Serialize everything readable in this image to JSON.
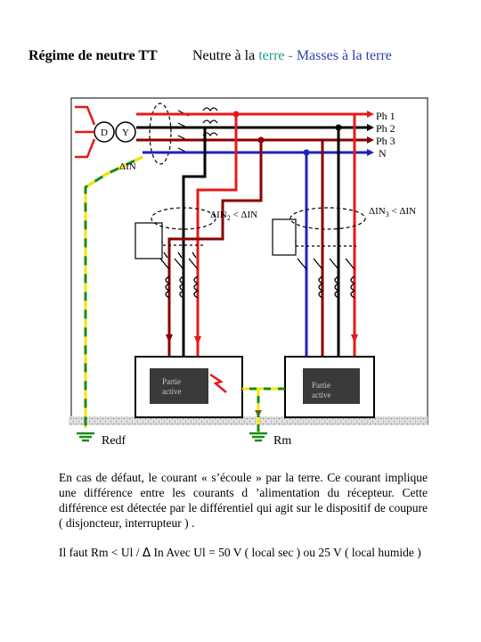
{
  "header": {
    "left_title": "Régime de neutre TT",
    "right_title_part1": "Neutre à la ",
    "right_title_part2": "terre",
    "right_title_part3": " - ",
    "right_title_part4": "Masses à la terre"
  },
  "diagram": {
    "source_d": "D",
    "source_y": "Y",
    "line_labels": [
      "Ph 1",
      "Ph 2",
      "Ph 3",
      "N"
    ],
    "main_residual": "ΔIN",
    "residual_left_a": "ΔIN",
    "residual_left_sub": "2",
    "residual_left_b": " < ΔIN",
    "residual_right_a": "ΔIN",
    "residual_right_sub": "3",
    "residual_right_b": " < ΔIN",
    "load_left_line1": "Partie",
    "load_left_line2": "active",
    "load_right_line1": "Partie",
    "load_right_line2": "active",
    "earth_left": "Redf",
    "earth_right": "Rm"
  },
  "colors": {
    "phase1": "#e81818",
    "phase2": "#000000",
    "phase3": "#8b0000",
    "neutral": "#2020c0",
    "protective_earth_green": "#1a8a1a",
    "protective_earth_yellow": "#f5e600",
    "ground": "#c8c8c8",
    "load_fill": "#3a3a3a"
  },
  "text": {
    "paragraph1": "En cas de défaut, le courant « s’écoule » par la terre. Ce courant implique une différence entre les courants d ’alimentation du récepteur. Cette différence est détectée par le différentiel qui agit sur le dispositif de coupure ( disjoncteur, interrupteur ) .",
    "paragraph2_a": "Il faut Rm < Ul  / ",
    "paragraph2_delta": "Δ",
    "paragraph2_b": " In  Avec Ul = 50 V ( local sec ) ou 25 V ( local humide )"
  }
}
